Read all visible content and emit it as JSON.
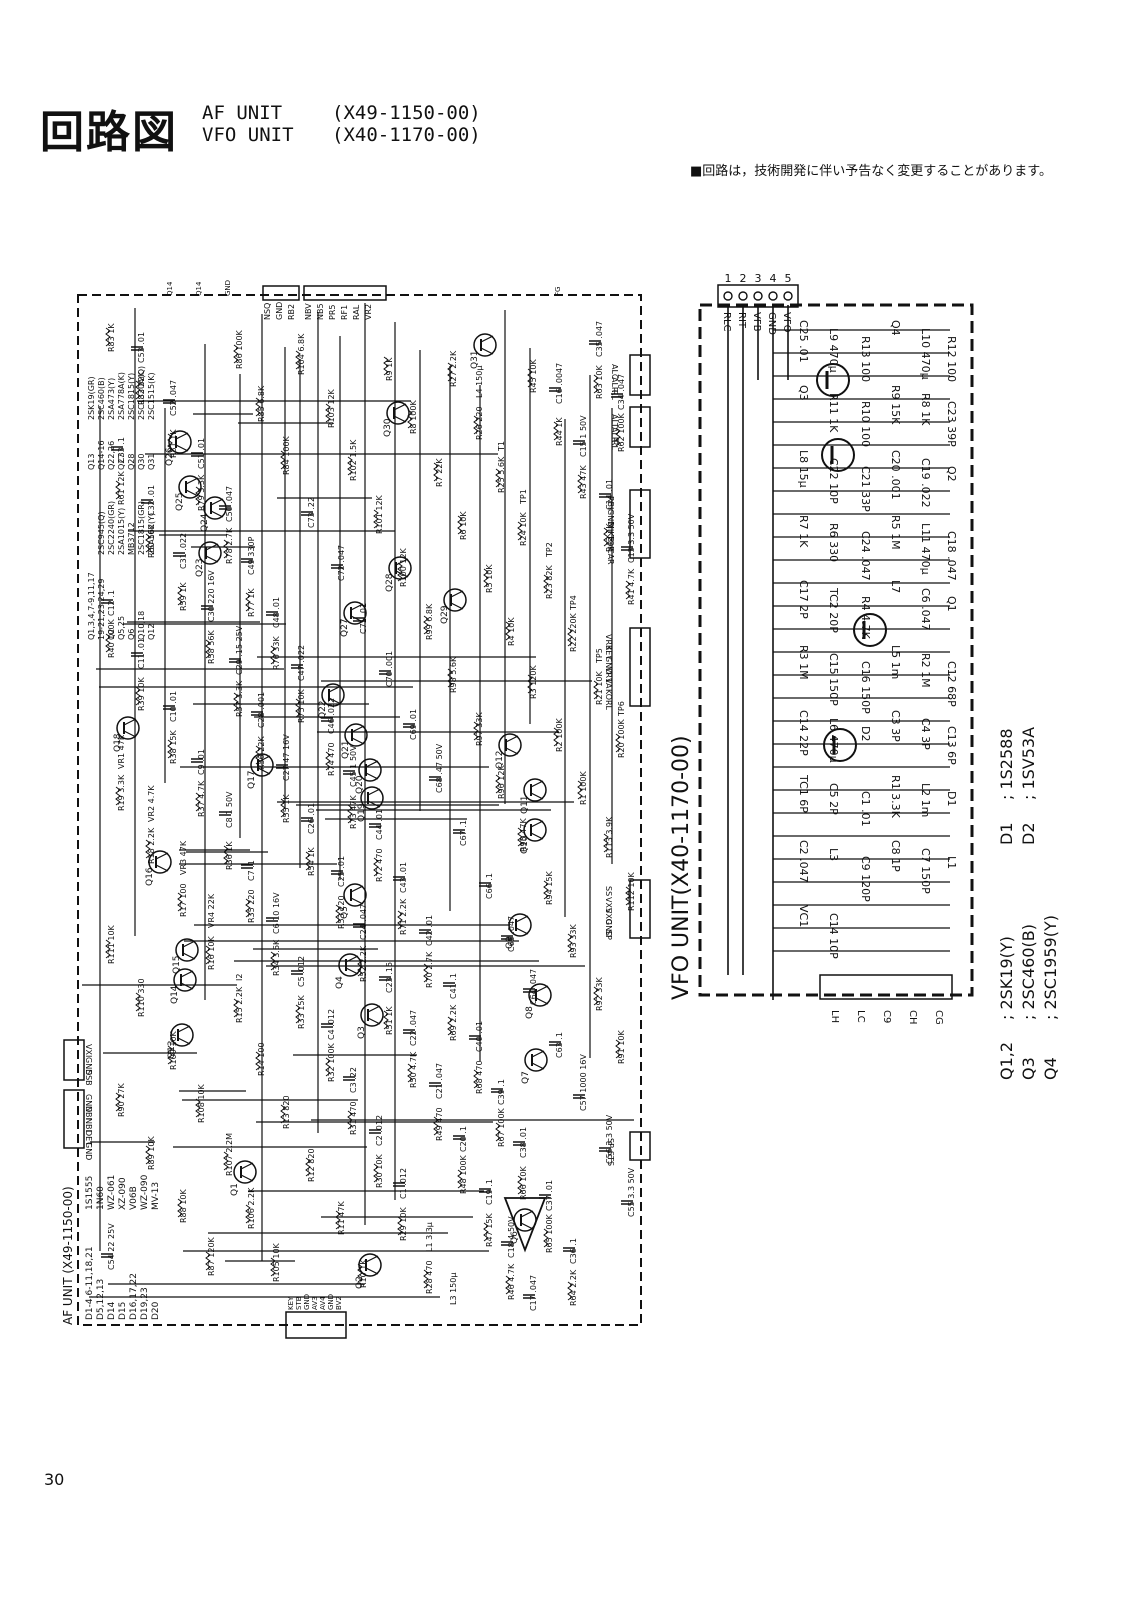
{
  "header": {
    "title": "回路図",
    "units": [
      {
        "name": "AF UNIT",
        "code": "(X49-1150-00)"
      },
      {
        "name": "VFO UNIT",
        "code": "(X40-1170-00)"
      }
    ]
  },
  "note": "■回路は，技術開発に伴い予告なく変更することがあります。",
  "page_number": "30",
  "af_unit": {
    "label": "AF UNIT (X49-1150-00)",
    "diodes_table": [
      {
        "ref": "D1-4,6-11,18,21",
        "part": "1S1555"
      },
      {
        "ref": "D5,12,13",
        "part": "1N60"
      },
      {
        "ref": "D14",
        "part": "WZ-061"
      },
      {
        "ref": "D15",
        "part": "XZ-090"
      },
      {
        "ref": "D16,17,22",
        "part": "V06B"
      },
      {
        "ref": "D19,23",
        "part": "WZ-090"
      },
      {
        "ref": "D20",
        "part": "MV-13"
      }
    ],
    "transistors_table_left": [
      {
        "ref": "Q1,3,4,7-9,11,17",
        "part": ""
      },
      {
        "ref": "19-21,23,24,29",
        "part": "2SC945(Q)"
      },
      {
        "ref": "Q2",
        "part": "2SC2240(GR)"
      },
      {
        "ref": "Q5,25",
        "part": "2SA1015(Y)"
      },
      {
        "ref": "Q6",
        "part": "MB3712"
      },
      {
        "ref": "Q10,18",
        "part": "2SC1815(GR)"
      },
      {
        "ref": "Q12",
        "part": "2SA562(Y)"
      }
    ],
    "transistors_table_right": [
      {
        "ref": "Q13",
        "part": "2SK19(GR)"
      },
      {
        "ref": "Q14-16",
        "part": "2SC460(B)"
      },
      {
        "ref": "Q22,26",
        "part": "2SA473(Y)"
      },
      {
        "ref": "Q27",
        "part": "2SA778A(K)"
      },
      {
        "ref": "Q28",
        "part": "2SC1815(Y)"
      },
      {
        "ref": "Q30",
        "part": "2SC1330A(Q)"
      },
      {
        "ref": "Q31",
        "part": "2SC1515(K)"
      }
    ],
    "connectors": {
      "top_left": [
        "NSQ",
        "GND",
        "RB2"
      ],
      "top_mid": [
        "NBV",
        "NB5",
        "PR5",
        "RF1",
        "RAL",
        "VR2"
      ],
      "top_pins": [
        "Q14",
        "Q14",
        "GND",
        "FG"
      ],
      "right_a": [
        "ALC",
        "ALR",
        "RL"
      ],
      "right_b": [
        "ALT",
        "ALR",
        "RL"
      ],
      "right_c": [
        "RBI",
        "GND",
        "MIKE",
        "TOP",
        "CAR"
      ],
      "right_d": [
        "VR3",
        "KEY",
        "GND",
        "VR1",
        "VA",
        "KO",
        "RL"
      ],
      "right_e": [
        "SS",
        "VXS",
        "VXO",
        "GND",
        "SP"
      ],
      "right_f": [
        "SP",
        "STS"
      ],
      "left_a": [
        "VXI",
        "GND",
        "SSB"
      ],
      "left_b": [
        "GND",
        "NBI",
        "NBI",
        "DET",
        "GND"
      ],
      "bottom": [
        "KEY",
        "STB",
        "GND",
        "AV3",
        "AV4",
        "GND",
        "BV2"
      ]
    },
    "component_labels": [
      "Q1",
      "Q2",
      "Q3",
      "Q4",
      "Q5",
      "Q6",
      "Q7",
      "Q8",
      "Q9",
      "Q10",
      "Q11",
      "Q12",
      "Q13",
      "Q14",
      "Q15",
      "Q16",
      "Q17",
      "Q18",
      "Q19",
      "Q20",
      "Q21",
      "Q22",
      "Q23",
      "Q24",
      "Q25",
      "Q26",
      "Q27",
      "Q28",
      "Q29",
      "Q30",
      "Q31",
      "R83 1K",
      "R82 22K",
      "R81 1K",
      "R79 3.3K",
      "R78 2.7K",
      "R77 1K",
      "R76 33K",
      "R75 10K",
      "R74 470",
      "R73 47K",
      "R72 470",
      "R71 2.2K",
      "R70 2.7K",
      "R69 2.2K",
      "R68 470",
      "R67 100K",
      "R66 10K",
      "R65 100K",
      "R64 2.2K",
      "R63 10K",
      "R62 100K",
      "R61 12K",
      "R60 10K",
      "R59 1K",
      "R58 56K",
      "R57 3.3K",
      "R56 22K",
      "R55 1K",
      "R54 1K",
      "R53 220",
      "R52 2.2K",
      "R51 1K",
      "R50 4.7K",
      "R49 470",
      "R48 100K",
      "R47 15K",
      "R46 4.7K",
      "R45 10K",
      "R44 1K",
      "R43 47K",
      "R42 1K",
      "R41 4.7K",
      "R40 100K",
      "R39 10K",
      "R38 15K",
      "R37 4.7K",
      "R36 1K",
      "R35 220",
      "R34 3.6K",
      "R33 15K",
      "R32 100K",
      "R31 470",
      "R30 10K",
      "R29 10K",
      "R28 470",
      "R27 2.2K",
      "R26 220",
      "R25 5.6K",
      "R24 10K",
      "R23 82K",
      "R22 220K",
      "R21 10K",
      "R20 100K",
      "R19 3.3K",
      "R18 2.2K",
      "R17 100",
      "R16 10K",
      "R15 2.2K",
      "R14 100",
      "R13 820",
      "R12 820",
      "R11 47K",
      "R10 1K",
      "R9 1K",
      "R8 100K",
      "R7 22K",
      "R6 10K",
      "R5 10K",
      "R4 10K",
      "R3 120K",
      "R2 100K",
      "R1 100K",
      "R113 3.9K",
      "R112 10K",
      "R111 10K",
      "R110 330",
      "R109 10K",
      "R108 10K",
      "R107 2.2M",
      "R106 2.2K",
      "R105 10K",
      "R104 6.8K",
      "R103 12K",
      "R102 1.5K",
      "R101 12K",
      "R100 12K",
      "R99 6.8K",
      "R98 5.6K",
      "R97 33K",
      "R96 12K",
      "R95 47K",
      "R94 15K",
      "R93 33K",
      "R92 33K",
      "R91 10K",
      "R90 27K",
      "R89 10K",
      "R88 10K",
      "R87 120K",
      "R86 100K",
      "R85 6.8K",
      "R84 100K",
      "C73 .22",
      "C72 .047",
      "C71 .01",
      "C70 .001",
      "C69 .01",
      "C68 .47 50V",
      "C67 .1",
      "C66 .1",
      "C65 .047",
      "C64 .047",
      "C63 .1",
      "C57 1000 16V",
      "C56 3.3 50V",
      "C55 3.3 50V",
      "C54 22 25V",
      "C53 .01",
      "C52 .047",
      "C51 .01",
      "C50 .047",
      "C49 330P",
      "C48 .01",
      "C47 .022",
      "C46 .022",
      "C45 1 50V",
      "C44 .01",
      "C43 .01",
      "C42 .01",
      "C41 .1",
      "C40 .01",
      "C39 .1",
      "C38 .01",
      "C37 .01",
      "C36 .1",
      "C35 .047",
      "C34 .047",
      "C33 .1",
      "C32 .01",
      "C31 .022",
      "C30 220 16V",
      "C29 .15 25V",
      "C28 .001",
      "C27 47 16V",
      "C26 .01",
      "C25 .01",
      "C24 .047",
      "C23 .15",
      "C22 .047",
      "C21 .047",
      "C20 .1",
      "C19 .1",
      "C18 4 50V",
      "C17 .047",
      "C16 .0047",
      "C15 1 50V",
      "C14 .01",
      "C13 3.3 50V",
      "C12 .1",
      "C11 .01",
      "C10 .01",
      "C9 .01",
      "C8 1 50V",
      "C7 .1",
      "C6 10 16V",
      "C5 .012",
      "C4 .012",
      "C3 .22",
      "C2 .012",
      "C1 .012",
      "L1 3.3μ",
      "L3 150μ",
      "L4 150μ",
      "T1",
      "TP1",
      "TP2",
      "TP4",
      "TP5",
      "TP6",
      "VR1 47K",
      "VR2 4.7K",
      "VR3 47K",
      "VR4 22K",
      "I2"
    ]
  },
  "vfo_unit": {
    "label": "VFO UNIT(X40-1170-00)",
    "connector_pins": [
      "1",
      "2",
      "3",
      "4",
      "5"
    ],
    "connector_signals": [
      "RLC",
      "RIT",
      "VFB",
      "GND",
      "VFO"
    ],
    "bottom_connector": [
      "LH",
      "LC",
      "C9",
      "CH",
      "CG"
    ],
    "transistors_table": [
      {
        "ref": "Q1,2",
        "part": "2SK19(Y)"
      },
      {
        "ref": "Q3",
        "part": "2SC460(B)"
      },
      {
        "ref": "Q4",
        "part": "2SC1959(Y)"
      }
    ],
    "diodes_table": [
      {
        "ref": "D1",
        "part": "1S2588"
      },
      {
        "ref": "D2",
        "part": "1SV53A"
      }
    ],
    "components": [
      "C25 .01",
      "L9 470μ",
      "R13 100",
      "Q4",
      "L10 470μ",
      "R12 100",
      "Q3",
      "R11 1K",
      "R10 100",
      "R9 15K",
      "R8 1K",
      "C23 39P",
      "L8 15μ",
      "C22 10P",
      "C21 33P",
      "C20 .001",
      "C19 .022",
      "Q2",
      "R7 1K",
      "R6 330",
      "C24 .047",
      "R5 1M",
      "L11 470μ",
      "C18 .047",
      "C17 2P",
      "TC2 20P",
      "R4 4.7K",
      "L7",
      "C6 .047",
      "Q1",
      "R3 1M",
      "C15 150P",
      "C16 150P",
      "L5 1m",
      "R2 1M",
      "C12 68P",
      "C14 22P",
      "L6 470μ",
      "D2",
      "C3 3P",
      "C4 3P",
      "C13 6P",
      "TC1 6P",
      "C5 2P",
      "C1 .01",
      "R1 3.3K",
      "L2 1m",
      "D1",
      "C2 .047",
      "L3",
      "C9 120P",
      "C8 1P",
      "C7 150P",
      "L1",
      "VC1",
      "C14 10P"
    ]
  }
}
